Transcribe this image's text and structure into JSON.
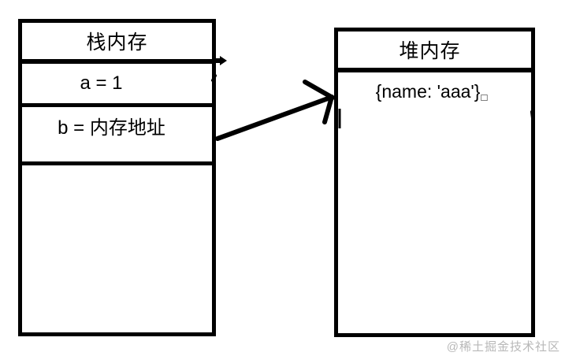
{
  "diagram": {
    "stack_box": {
      "title": "栈内存",
      "row_a": "a = 1",
      "row_b": "b = 内存地址"
    },
    "heap_box": {
      "title": "堆内存",
      "object_literal": "{name: 'aaa'}",
      "tofu_char": "□"
    },
    "arrow": {
      "from": "b = 内存地址",
      "to": "{name: 'aaa'}"
    },
    "watermark": "@稀土掘金技术社区",
    "colors": {
      "stroke": "#000000",
      "background": "#ffffff",
      "watermark": "#b8b8b8"
    }
  }
}
